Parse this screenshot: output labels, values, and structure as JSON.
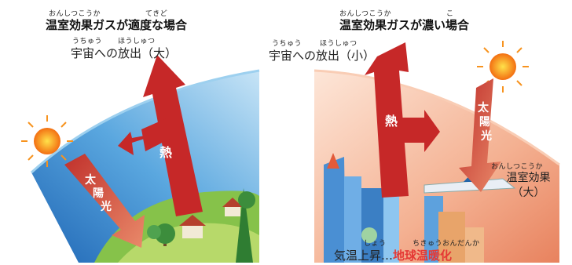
{
  "left_panel": {
    "title_ruby_1": "おんしつこうか",
    "title_ruby_2": "てきど",
    "title": "温室効果ガスが適度な場合",
    "sub_ruby_1": "うちゅう",
    "sub_ruby_2": "ほうしゅつ",
    "subtitle": "宇宙への放出（大）",
    "sun_arrow_label": [
      "太",
      "陽",
      "光"
    ],
    "heat_arrow_label": "熱"
  },
  "right_panel": {
    "title_ruby_1": "おんしつこうか",
    "title_ruby_2": "こ",
    "title": "温室効果ガスが濃い場合",
    "sub_ruby_1": "うちゅう",
    "sub_ruby_2": "ほうしゅつ",
    "subtitle": "宇宙への放出（小）",
    "sun_arrow_label": [
      "太",
      "陽",
      "光"
    ],
    "heat_arrow_label": "熱",
    "side_ruby": "おんしつこうか",
    "side_line1": "温室効果",
    "side_line2": "（大）",
    "bottom_ruby_1": "しょう",
    "bottom_ruby_2": "ちきゅうおんだんか",
    "bottom_text": "気温上昇…",
    "bottom_highlight": "地球温暖化"
  },
  "colors": {
    "arrow_red": "#c62828",
    "highlight_red": "#e53935",
    "sky_blue": "#3f8fd0",
    "warm_sky": "#f2a27c",
    "grass": "#86c24a",
    "sun": "#f7931e"
  }
}
